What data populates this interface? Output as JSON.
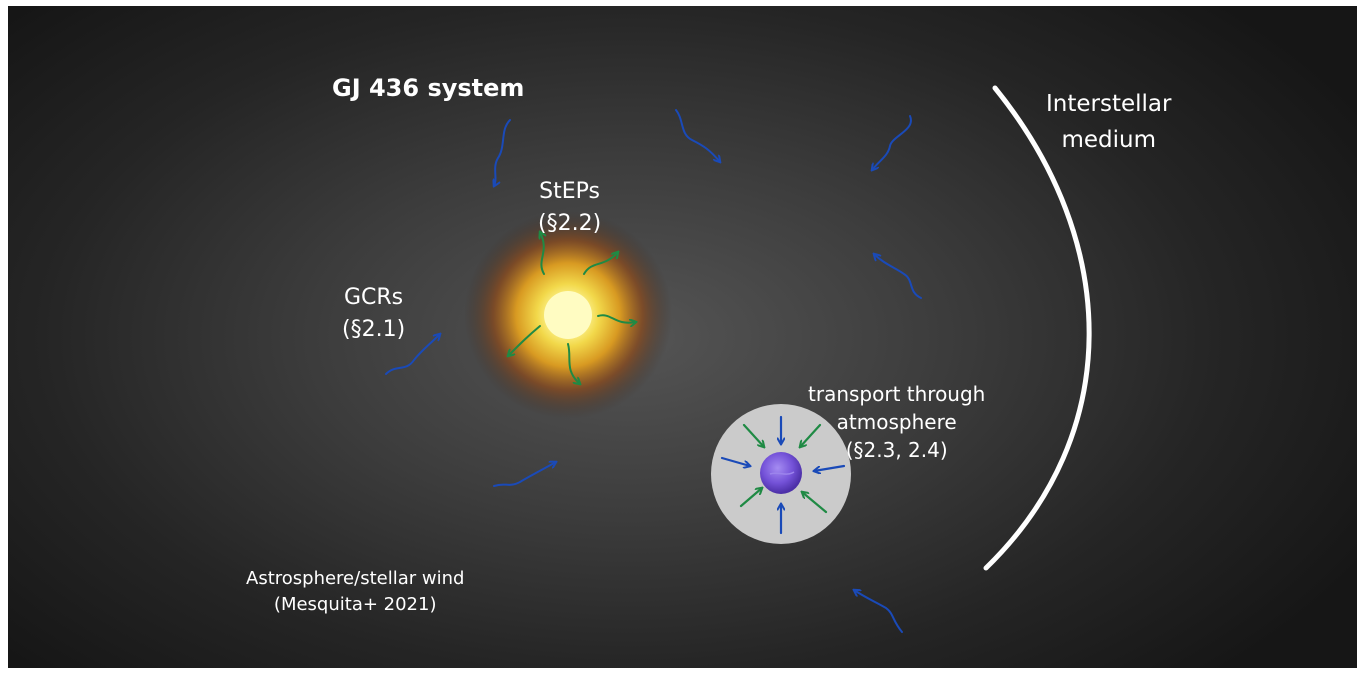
{
  "title": "GJ 436 system",
  "labels": {
    "steps_line1": "StEPs",
    "steps_line2": "(§2.2)",
    "gcrs_line1": "GCRs",
    "gcrs_line2": "(§2.1)",
    "ism_line1": "Interstellar",
    "ism_line2": "medium",
    "transport_line1": "transport through",
    "transport_line2": "atmosphere",
    "transport_line3": "(§2.3, 2.4)",
    "wind_line1": "Astrosphere/stellar wind",
    "wind_line2": "(Mesquita+ 2021)"
  },
  "colors": {
    "background": "#2b2b2b",
    "gcr_arrow": "#1a4ab8",
    "step_arrow": "#1f8a44",
    "star_core": "#fffcb0",
    "star_glow": "#d9a020",
    "planet": "#7b5bd6",
    "atmosphere_disc": "#c9c9c9",
    "boundary_arc": "#ffffff"
  }
}
